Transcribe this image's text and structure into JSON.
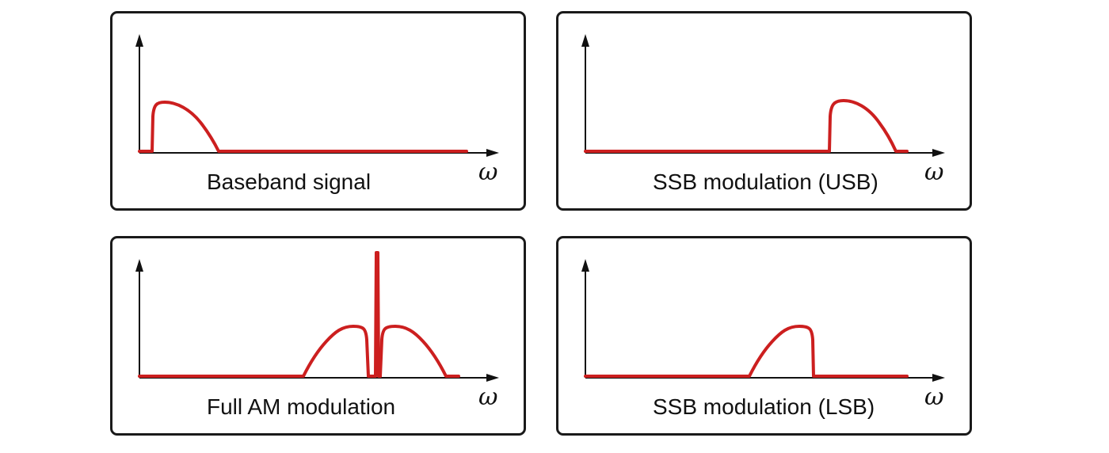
{
  "panels": [
    {
      "id": "baseband",
      "caption": "Baseband signal",
      "axis_label": "ω",
      "spectrum": "baseband"
    },
    {
      "id": "usb",
      "caption": "SSB modulation (USB)",
      "axis_label": "ω",
      "spectrum": "upper-sideband"
    },
    {
      "id": "fullam",
      "caption": "Full AM modulation",
      "axis_label": "ω",
      "spectrum": "double-sideband-with-carrier"
    },
    {
      "id": "lsb",
      "caption": "SSB modulation (LSB)",
      "axis_label": "ω",
      "spectrum": "lower-sideband"
    }
  ],
  "colors": {
    "spectrum": "#cc1f1f",
    "axis": "#111111",
    "border": "#1a1a1a"
  }
}
